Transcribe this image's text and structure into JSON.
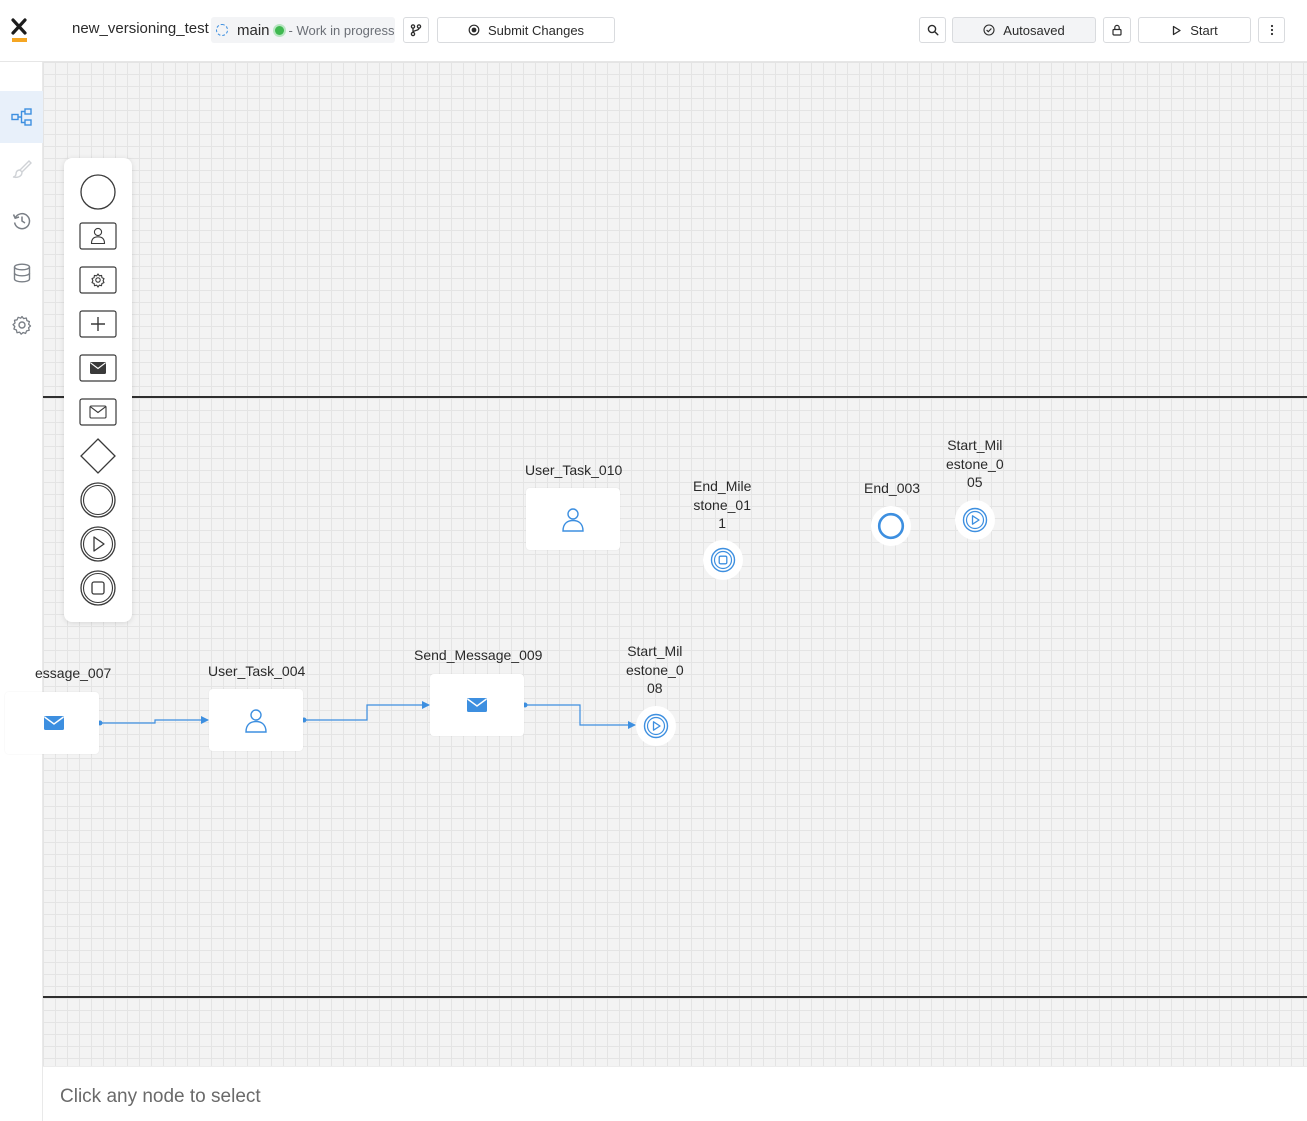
{
  "header": {
    "process_name": "new_versioning_test",
    "branch": "main",
    "status": "- Work in progress",
    "submit_label": "Submit Changes",
    "autosave_label": "Autosaved",
    "start_label": "Start"
  },
  "nav": {
    "items": [
      "process-diagram",
      "style",
      "history",
      "data",
      "settings"
    ],
    "active": "process-diagram"
  },
  "palette": {
    "items": [
      "start-event",
      "user-task",
      "service-task",
      "subprocess",
      "send-message",
      "receive-message",
      "gateway",
      "end-event",
      "start-milestone",
      "end-milestone"
    ]
  },
  "diagram": {
    "nodes": [
      {
        "id": "send_message_007",
        "label": "essage_007",
        "type": "send-message"
      },
      {
        "id": "user_task_004",
        "label": "User_Task_004",
        "type": "user-task"
      },
      {
        "id": "send_message_009",
        "label": "Send_Message_009",
        "type": "send-message"
      },
      {
        "id": "start_milestone_008",
        "label": "Start_Mil\nestone_0\n08",
        "type": "start-milestone"
      },
      {
        "id": "user_task_010",
        "label": "User_Task_010",
        "type": "user-task"
      },
      {
        "id": "end_milestone_011",
        "label": "End_Mile\nstone_01\n1",
        "type": "end-milestone"
      },
      {
        "id": "end_003",
        "label": "End_003",
        "type": "end-event"
      },
      {
        "id": "start_milestone_005",
        "label": "Start_Mil\nestone_0\n05",
        "type": "start-milestone"
      }
    ],
    "edges": [
      [
        "send_message_007",
        "user_task_004"
      ],
      [
        "user_task_004",
        "send_message_009"
      ],
      [
        "send_message_009",
        "start_milestone_008"
      ]
    ]
  },
  "footer": {
    "message": "Click any node to select"
  },
  "colors": {
    "accent": "#3d8fe0",
    "status_green": "#3fb950",
    "canvas_bg": "#f3f3f3"
  }
}
